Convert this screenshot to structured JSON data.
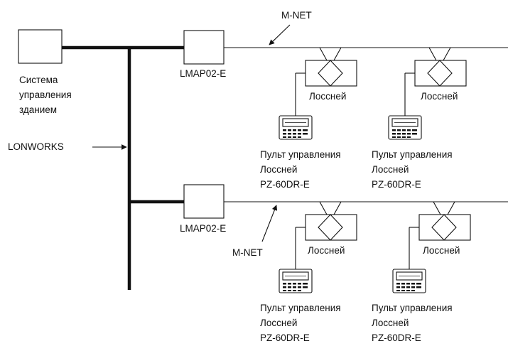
{
  "labels": {
    "bms": [
      "Система",
      "управления",
      "зданием"
    ],
    "lonworks": "LONWORKS",
    "mnet_top": "M-NET",
    "mnet_bottom": "M-NET",
    "gateway_top": "LMAP02-E",
    "gateway_bottom": "LMAP02-E"
  },
  "units": [
    {
      "name": "Лоссней",
      "controller": [
        "Пульт управления",
        "Лоссней",
        "PZ-60DR-E"
      ]
    },
    {
      "name": "Лоссней",
      "controller": [
        "Пульт управления",
        "Лоссней",
        "PZ-60DR-E"
      ]
    },
    {
      "name": "Лоссней",
      "controller": [
        "Пульт управления",
        "Лоссней",
        "PZ-60DR-E"
      ]
    },
    {
      "name": "Лоссней",
      "controller": [
        "Пульт управления",
        "Лоссней",
        "PZ-60DR-E"
      ]
    }
  ]
}
